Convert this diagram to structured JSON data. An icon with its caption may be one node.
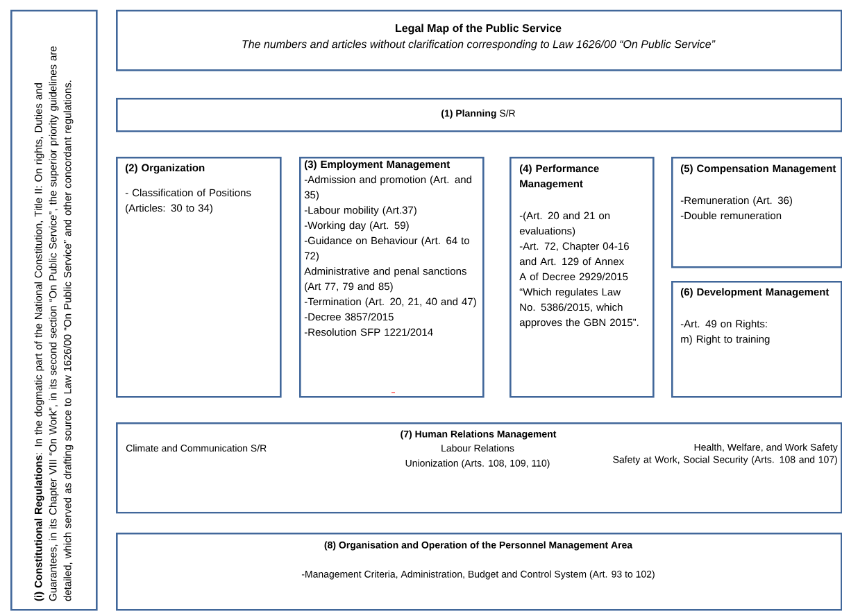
{
  "diagram": {
    "nodes": [
      {
        "text": [
          "**(i) Constitutional Regulations**: In the dogmatic part of the National Constitution, Title II: On rights, Duties and Guarantees, in its Chapter VIII “On Work”, in its second section “On Public Service”, the superior priority guidelines are detailed, which served as drafting source to Law 1626/00 “On Public Service” and other concordant regulations."
        ]
      },
      {
        "text": [
          "Legal Map of the Public Service",
          "The numbers and articles without clarification corresponding to Law 1626/00 “On Public Service”"
        ]
      },
      {
        "text": [
          "**(1) Planning** S/R"
        ]
      },
      {
        "text": [
          "(2) Organization",
          "- Classification of Positions (Articles: 30 to 34)"
        ]
      },
      {
        "text": [
          "(3) Employment Management",
          "-Admission and promotion (Art. and 35)",
          "-Labour mobility (Art.37)",
          "-Working day (Art. 59)",
          "-Guidance on Behaviour (Art. 64 to 72)",
          "Administrative and penal sanctions (Art 77, 79 and 85)",
          "-Termination (Art. 20, 21, 40 and 47)",
          "-Decree 3857/2015",
          "-Resolution SFP 1221/2014"
        ]
      },
      {
        "text": [
          "(4) Performance Management",
          "-(Art. 20 and 21 on evaluations)",
          "-Art. 72, Chapter 04-16 and Art. 129 of Annex A of Decree 2929/2015 “Which regulates Law No. 5386/2015, which approves the GBN 2015”."
        ]
      },
      {
        "text": [
          "(5) Compensation Management",
          "-Remuneration (Art. 36)",
          "-Double remuneration"
        ]
      },
      {
        "text": [
          "(6) Development Management",
          "-Art. 49 on Rights:",
          "m) Right to training"
        ]
      },
      {
        "text": [
          "(7) Human Relations Management",
          "Climate and Communication S/R",
          "Labour Relations",
          "Unionization (Arts. 108, 109, 110)",
          "Health, Welfare, and Work Safety",
          "Safety at Work, Social Security (Arts. 108 and 107)"
        ]
      },
      {
        "text": [
          "(8) Organisation and Operation of the Personnel Management Area",
          "-Management Criteria, Administration, Budget and Control System (Art. 93 to 102)"
        ]
      }
    ]
  }
}
